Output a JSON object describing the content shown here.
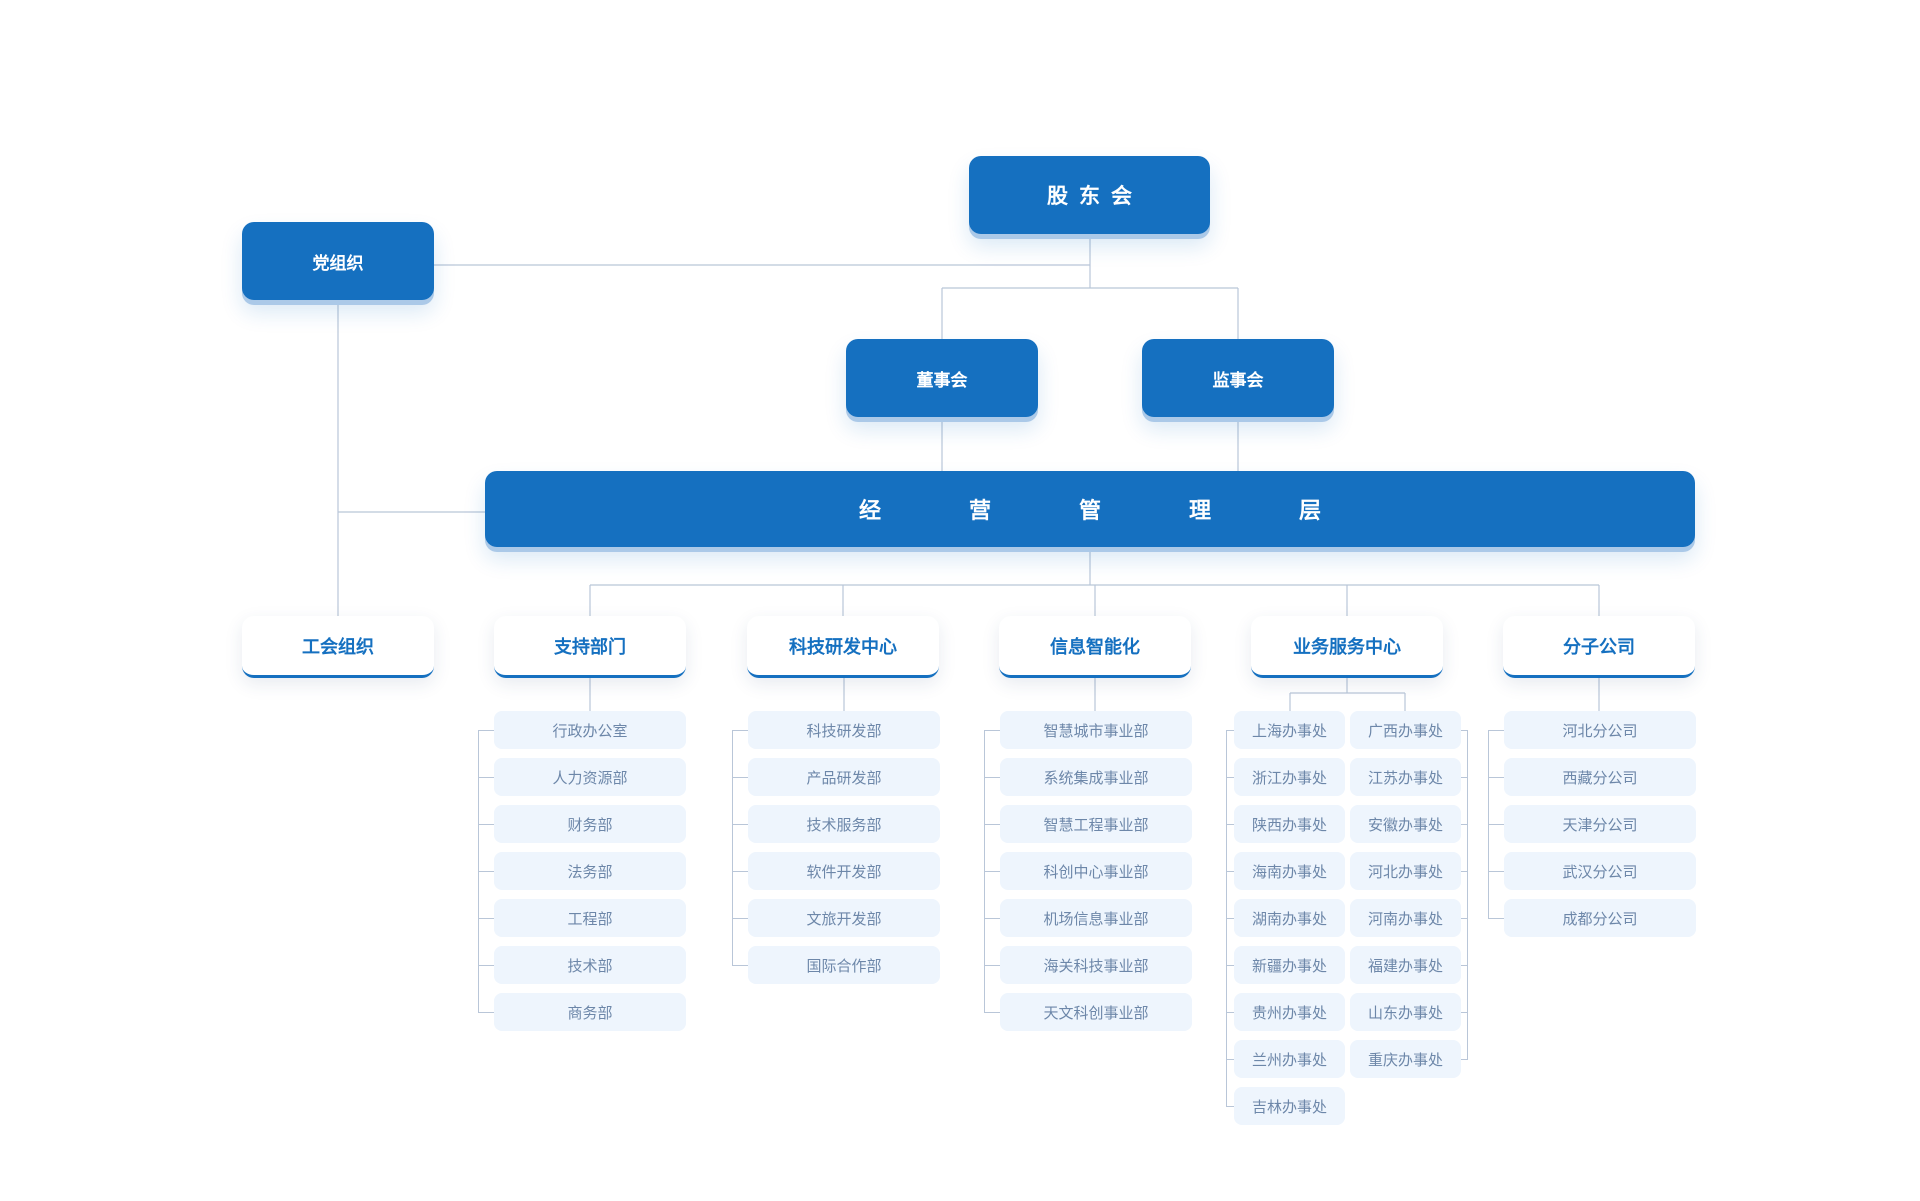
{
  "colors": {
    "primary": "#1570c0",
    "line": "#b9c6d8",
    "sub_background": "#eef5fd",
    "sub_text": "#6d87a9"
  },
  "nodes": {
    "shareholders": "股东会",
    "party": "党组织",
    "board": "董事会",
    "supervisors": "监事会",
    "management": "经营管理层"
  },
  "departments": [
    {
      "name": "工会组织",
      "items": []
    },
    {
      "name": "支持部门",
      "items": [
        "行政办公室",
        "人力资源部",
        "财务部",
        "法务部",
        "工程部",
        "技术部",
        "商务部"
      ]
    },
    {
      "name": "科技研发中心",
      "items": [
        "科技研发部",
        "产品研发部",
        "技术服务部",
        "软件开发部",
        "文旅开发部",
        "国际合作部"
      ]
    },
    {
      "name": "信息智能化",
      "items": [
        "智慧城市事业部",
        "系统集成事业部",
        "智慧工程事业部",
        "科创中心事业部",
        "机场信息事业部",
        "海关科技事业部",
        "天文科创事业部"
      ]
    },
    {
      "name": "业务服务中心",
      "items_left": [
        "上海办事处",
        "浙江办事处",
        "陕西办事处",
        "海南办事处",
        "湖南办事处",
        "新疆办事处",
        "贵州办事处",
        "兰州办事处",
        "吉林办事处"
      ],
      "items_right": [
        "广西办事处",
        "江苏办事处",
        "安徽办事处",
        "河北办事处",
        "河南办事处",
        "福建办事处",
        "山东办事处",
        "重庆办事处"
      ]
    },
    {
      "name": "分子公司",
      "items": [
        "河北分公司",
        "西藏分公司",
        "天津分公司",
        "武汉分公司",
        "成都分公司"
      ]
    }
  ]
}
